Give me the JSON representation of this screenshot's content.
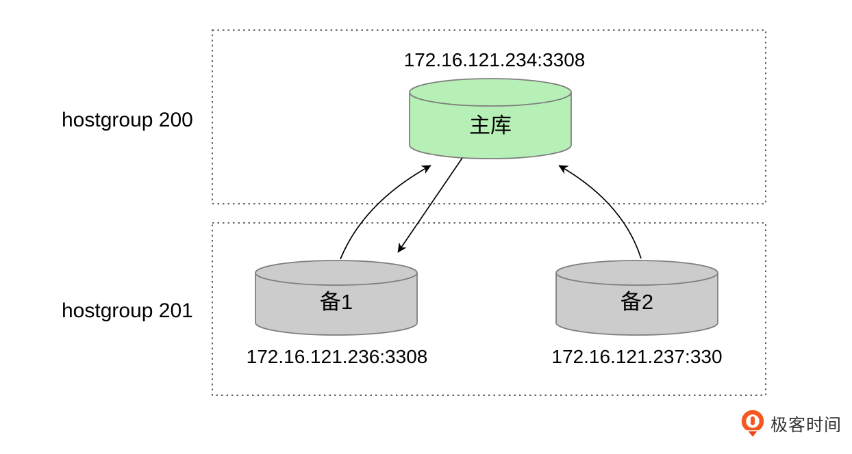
{
  "diagram": {
    "title": "ProxySQL hostgroup replication topology",
    "background_color": "#ffffff",
    "box_border_color": "#4d4d4d",
    "arrow_color": "#000000",
    "groups": [
      {
        "id": "hostgroup-200",
        "label": "hostgroup 200"
      },
      {
        "id": "hostgroup-201",
        "label": "hostgroup 201"
      }
    ],
    "nodes": [
      {
        "id": "master",
        "label": "主库",
        "address": "172.16.121.234:3308",
        "fill": "#b7f0b7",
        "stroke": "#7f7f7f",
        "group": "hostgroup 200"
      },
      {
        "id": "replica-1",
        "label": "备1",
        "address": "172.16.121.236:3308",
        "fill": "#cccccc",
        "stroke": "#7f7f7f",
        "group": "hostgroup 201"
      },
      {
        "id": "replica-2",
        "label": "备2",
        "address": "172.16.121.237:330",
        "fill": "#cccccc",
        "stroke": "#7f7f7f",
        "group": "hostgroup 201"
      }
    ],
    "edges": [
      {
        "from": "replica-1",
        "to": "master",
        "shape": "curved"
      },
      {
        "from": "master",
        "to": "replica-1",
        "shape": "straight"
      },
      {
        "from": "replica-2",
        "to": "master",
        "shape": "curved"
      }
    ]
  },
  "branding": {
    "logo_text": "极客时间",
    "logo_color": "#f4581f",
    "logo_text_color": "#333333"
  }
}
